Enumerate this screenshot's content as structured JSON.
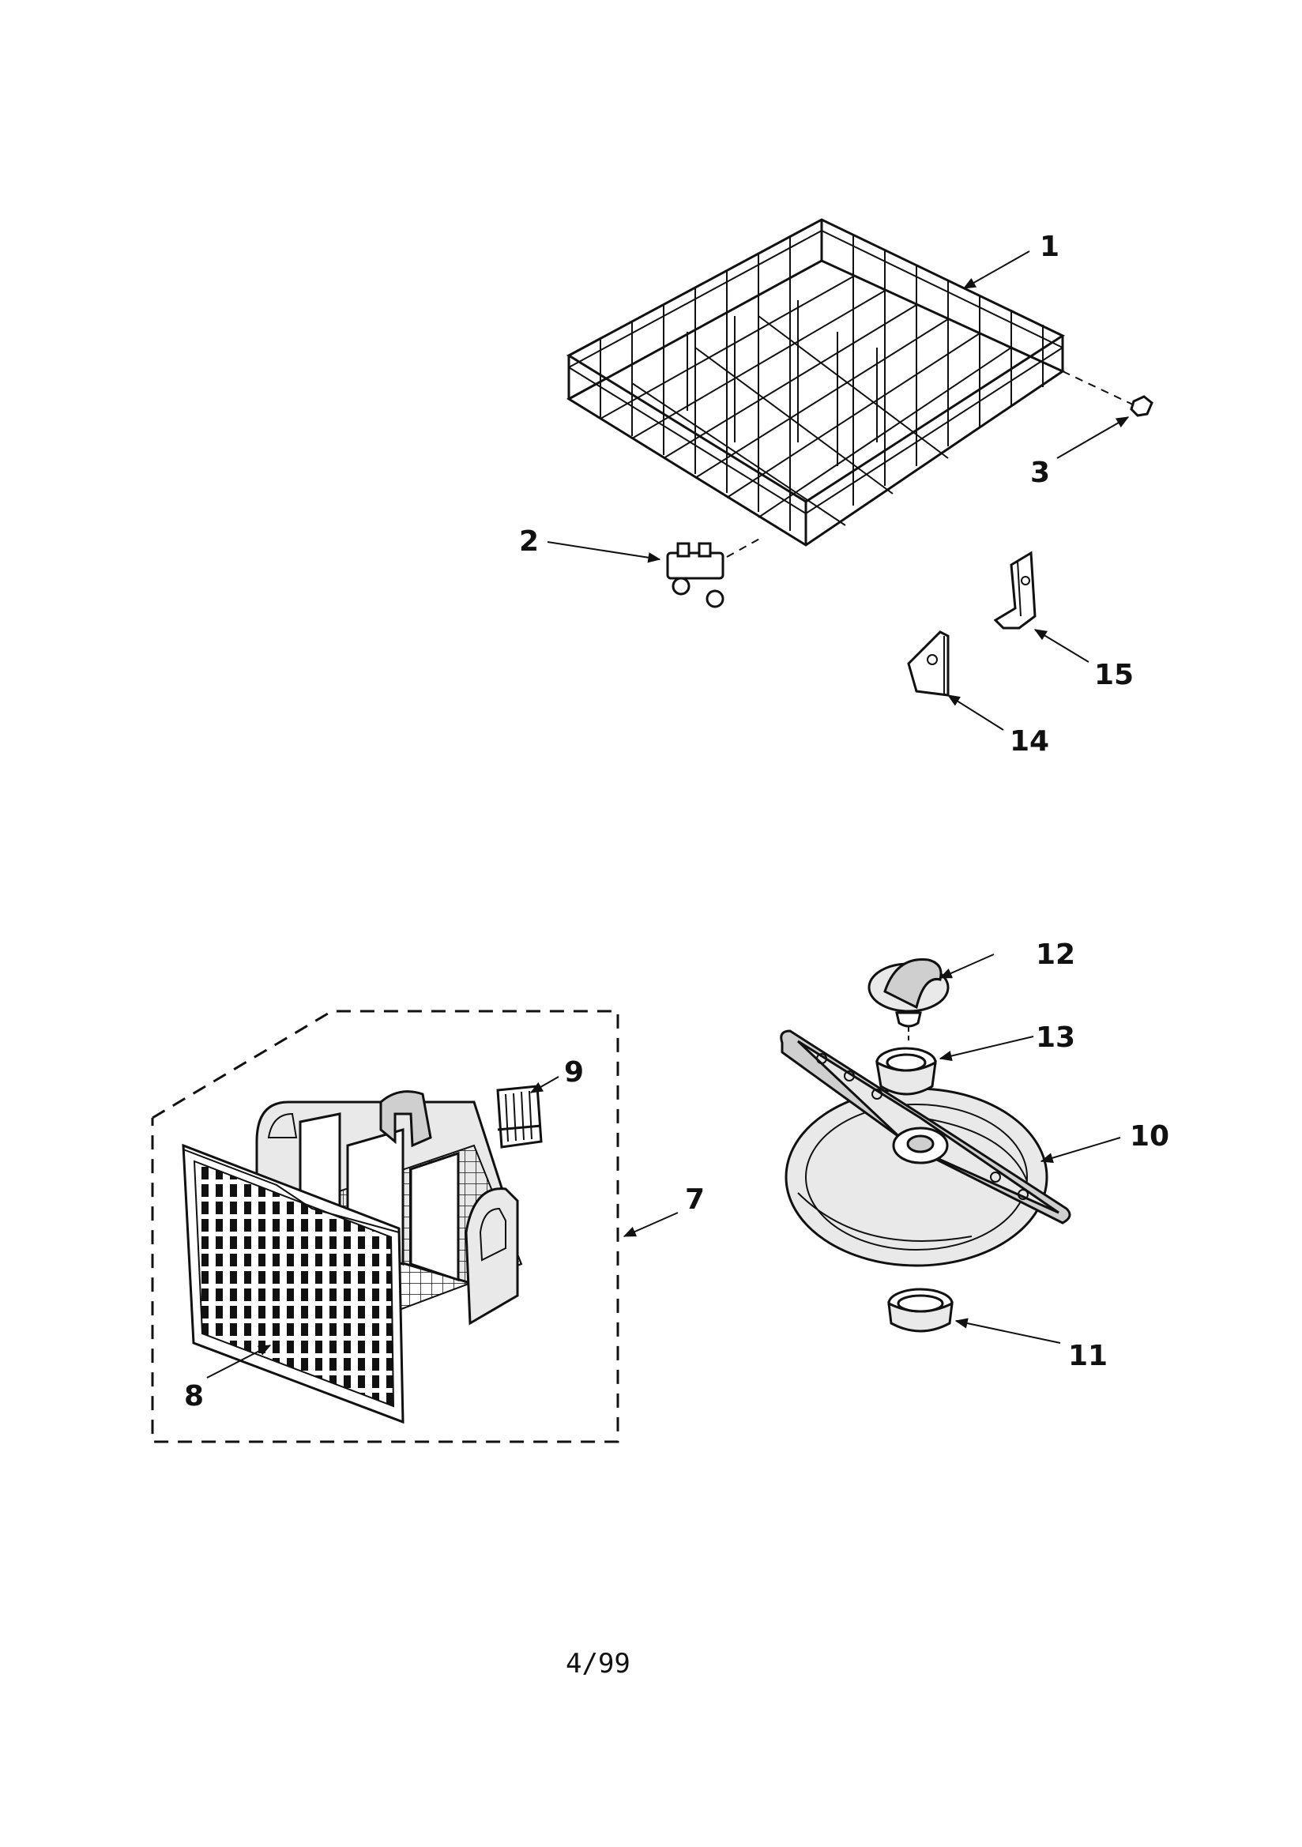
{
  "callouts": {
    "c1": "1",
    "c2": "2",
    "c3": "3",
    "c7": "7",
    "c8": "8",
    "c9": "9",
    "c10": "10",
    "c11": "11",
    "c12": "12",
    "c13": "13",
    "c14": "14",
    "c15": "15"
  },
  "footer": {
    "page_code": "4/99"
  }
}
